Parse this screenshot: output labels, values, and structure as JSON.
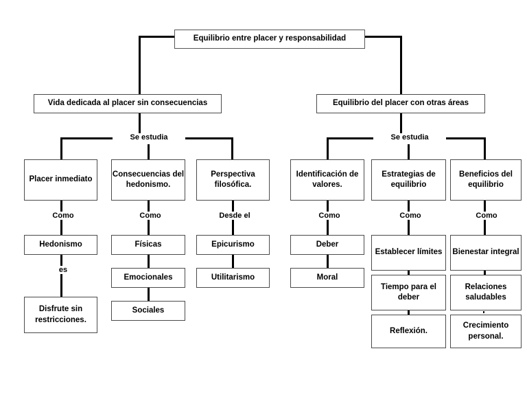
{
  "diagram": {
    "type": "concept-map",
    "title": "Equilibrio entre placer y responsabilidad",
    "root": {
      "label": "Equilibrio entre placer y responsabilidad"
    },
    "branches": [
      {
        "id": "left",
        "label": "Vida dedicada al placer sin consecuencias",
        "connector_label": "Se estudia",
        "columns": [
          {
            "id": "placer-inmediato",
            "label": "Placer inmediato",
            "edge_labels": [
              "Como",
              "es"
            ],
            "children": [
              "Hedonismo",
              "Disfrute sin restricciones."
            ]
          },
          {
            "id": "consecuencias",
            "label": "Consecuencias del hedonismo.",
            "edge_labels": [
              "Como"
            ],
            "children": [
              "Físicas",
              "Emocionales",
              "Sociales"
            ]
          },
          {
            "id": "perspectiva",
            "label": "Perspectiva filosófica.",
            "edge_labels": [
              "Desde el"
            ],
            "children": [
              "Epicurismo",
              "Utilitarismo"
            ]
          }
        ]
      },
      {
        "id": "right",
        "label": "Equilibrio del placer con otras áreas",
        "connector_label": "Se estudia",
        "columns": [
          {
            "id": "identificacion",
            "label": "Identificación de valores.",
            "edge_labels": [
              "Como"
            ],
            "children": [
              "Deber",
              "Moral"
            ]
          },
          {
            "id": "estrategias",
            "label": "Estrategias de equilibrio",
            "edge_labels": [
              "Como"
            ],
            "children": [
              "Establecer límites",
              "Tiempo para el deber",
              "Reflexión."
            ]
          },
          {
            "id": "beneficios",
            "label": "Beneficios del equilibrio",
            "edge_labels": [
              "Como"
            ],
            "children": [
              "Bienestar integral",
              "Relaciones saludables",
              "Crecimiento personal."
            ]
          }
        ]
      }
    ],
    "colors": {
      "box_border": "#4a4a4a",
      "connector": "#000000",
      "background": "#ffffff",
      "text": "#000000"
    }
  }
}
